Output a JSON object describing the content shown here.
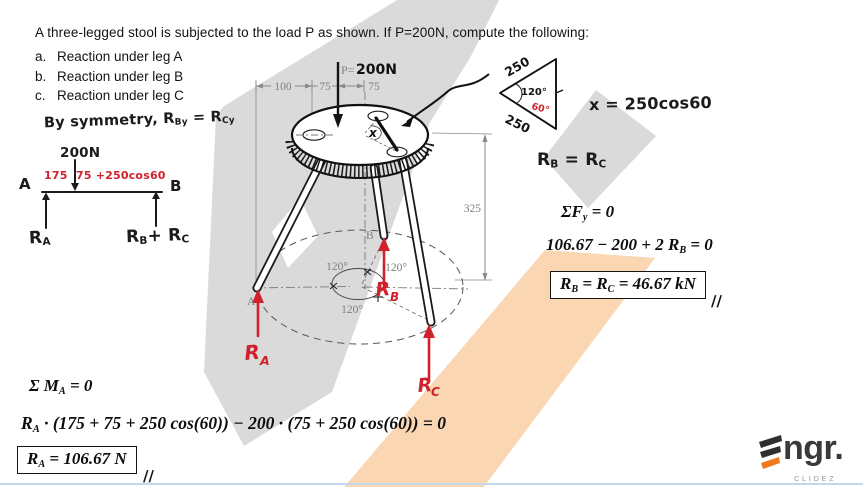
{
  "colors": {
    "accent_red": "#d0212c",
    "watermark_gray": "#dadada",
    "watermark_orange": "#f9d0a9",
    "logo_dark": "#2f2f2f",
    "logo_orange": "#f0791d",
    "dim_gray": "#828282"
  },
  "problem": {
    "title": "A three-legged stool is subjected to the load P as shown. If P=200N, compute the following:",
    "items": [
      {
        "marker": "a.",
        "text": "Reaction under leg A"
      },
      {
        "marker": "b.",
        "text": "Reaction under leg B"
      },
      {
        "marker": "c.",
        "text": "Reaction under leg C"
      }
    ]
  },
  "hand_fbd": {
    "note": [
      {
        "t": "By symmetry, R"
      },
      {
        "t": "By",
        "sub": true
      },
      {
        "t": " = R"
      },
      {
        "t": "Cy",
        "sub": true
      }
    ],
    "load": "200N",
    "dim_left": "175",
    "dim_right": "75 +250cos60",
    "point_a": "A",
    "point_b": "B",
    "ra": [
      {
        "t": "R"
      },
      {
        "t": "A",
        "sub": true
      }
    ],
    "rb_rc": [
      {
        "t": "R"
      },
      {
        "t": "B",
        "sub": true
      },
      {
        "t": "+ R"
      },
      {
        "t": "C",
        "sub": true
      }
    ]
  },
  "stool": {
    "p_prefix": "P=",
    "p_value": "200N",
    "dim_100": "100",
    "dim_75a": "75",
    "dim_75b": "75",
    "dim_325": "325",
    "angle1": "120°",
    "angle2": "120°",
    "angle3": "120°",
    "label_a": "A",
    "label_b": "B",
    "label_x": "x",
    "r_main": "R",
    "ra_sub": "A",
    "rb_sub": "B",
    "rc_sub": "C"
  },
  "triangle": {
    "side_top": "250",
    "side_bottom": "250",
    "angle_black": "120°",
    "angle_red": "60°"
  },
  "notes": {
    "x_eq": "x = 250cos60",
    "rb_rc": [
      {
        "t": "R"
      },
      {
        "t": "B",
        "sub": true
      },
      {
        "t": " = R"
      },
      {
        "t": "C",
        "sub": true
      }
    ]
  },
  "solution_right": {
    "eq1": [
      {
        "t": "ΣF"
      },
      {
        "t": "y",
        "sub": true
      },
      {
        "t": " = 0"
      }
    ],
    "eq2": [
      {
        "t": "106.67 − 200 + 2 R"
      },
      {
        "t": "B",
        "sub": true
      },
      {
        "t": " = 0"
      }
    ],
    "result": [
      {
        "t": "R"
      },
      {
        "t": "B",
        "sub": true
      },
      {
        "t": " = R"
      },
      {
        "t": "C",
        "sub": true
      },
      {
        "t": " = 46.67 kN"
      }
    ],
    "qed": "∕∕"
  },
  "solution_bottom": {
    "eq1": [
      {
        "t": "Σ M"
      },
      {
        "t": "A",
        "sub": true
      },
      {
        "t": " = 0"
      }
    ],
    "eq2": [
      {
        "t": "R"
      },
      {
        "t": "A",
        "sub": true
      },
      {
        "t": " · (175 + 75 + 250 cos(60)) − 200 · (75 + 250 cos(60)) = 0"
      }
    ],
    "result": [
      {
        "t": "R"
      },
      {
        "t": "A",
        "sub": true
      },
      {
        "t": " = 106.67 N"
      }
    ],
    "qed": "∕∕"
  },
  "logo": {
    "wordmark": "ngr.",
    "subtitle": "CLIDEZ"
  }
}
